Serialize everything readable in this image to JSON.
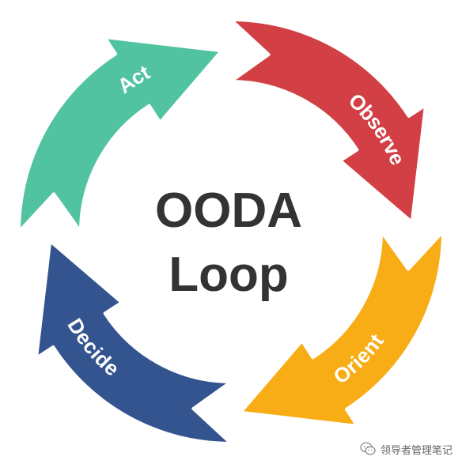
{
  "diagram": {
    "center": {
      "line1": "OODA",
      "line2": "Loop"
    },
    "segments": [
      {
        "id": "observe",
        "label": "Observe",
        "color": "#D23F44"
      },
      {
        "id": "orient",
        "label": "Orient",
        "color": "#F8AD16"
      },
      {
        "id": "decide",
        "label": "Decide",
        "color": "#33548E"
      },
      {
        "id": "act",
        "label": "Act",
        "color": "#52C3A1"
      }
    ]
  },
  "watermark": {
    "text": "领导者管理笔记",
    "icon": "wechat-icon"
  }
}
